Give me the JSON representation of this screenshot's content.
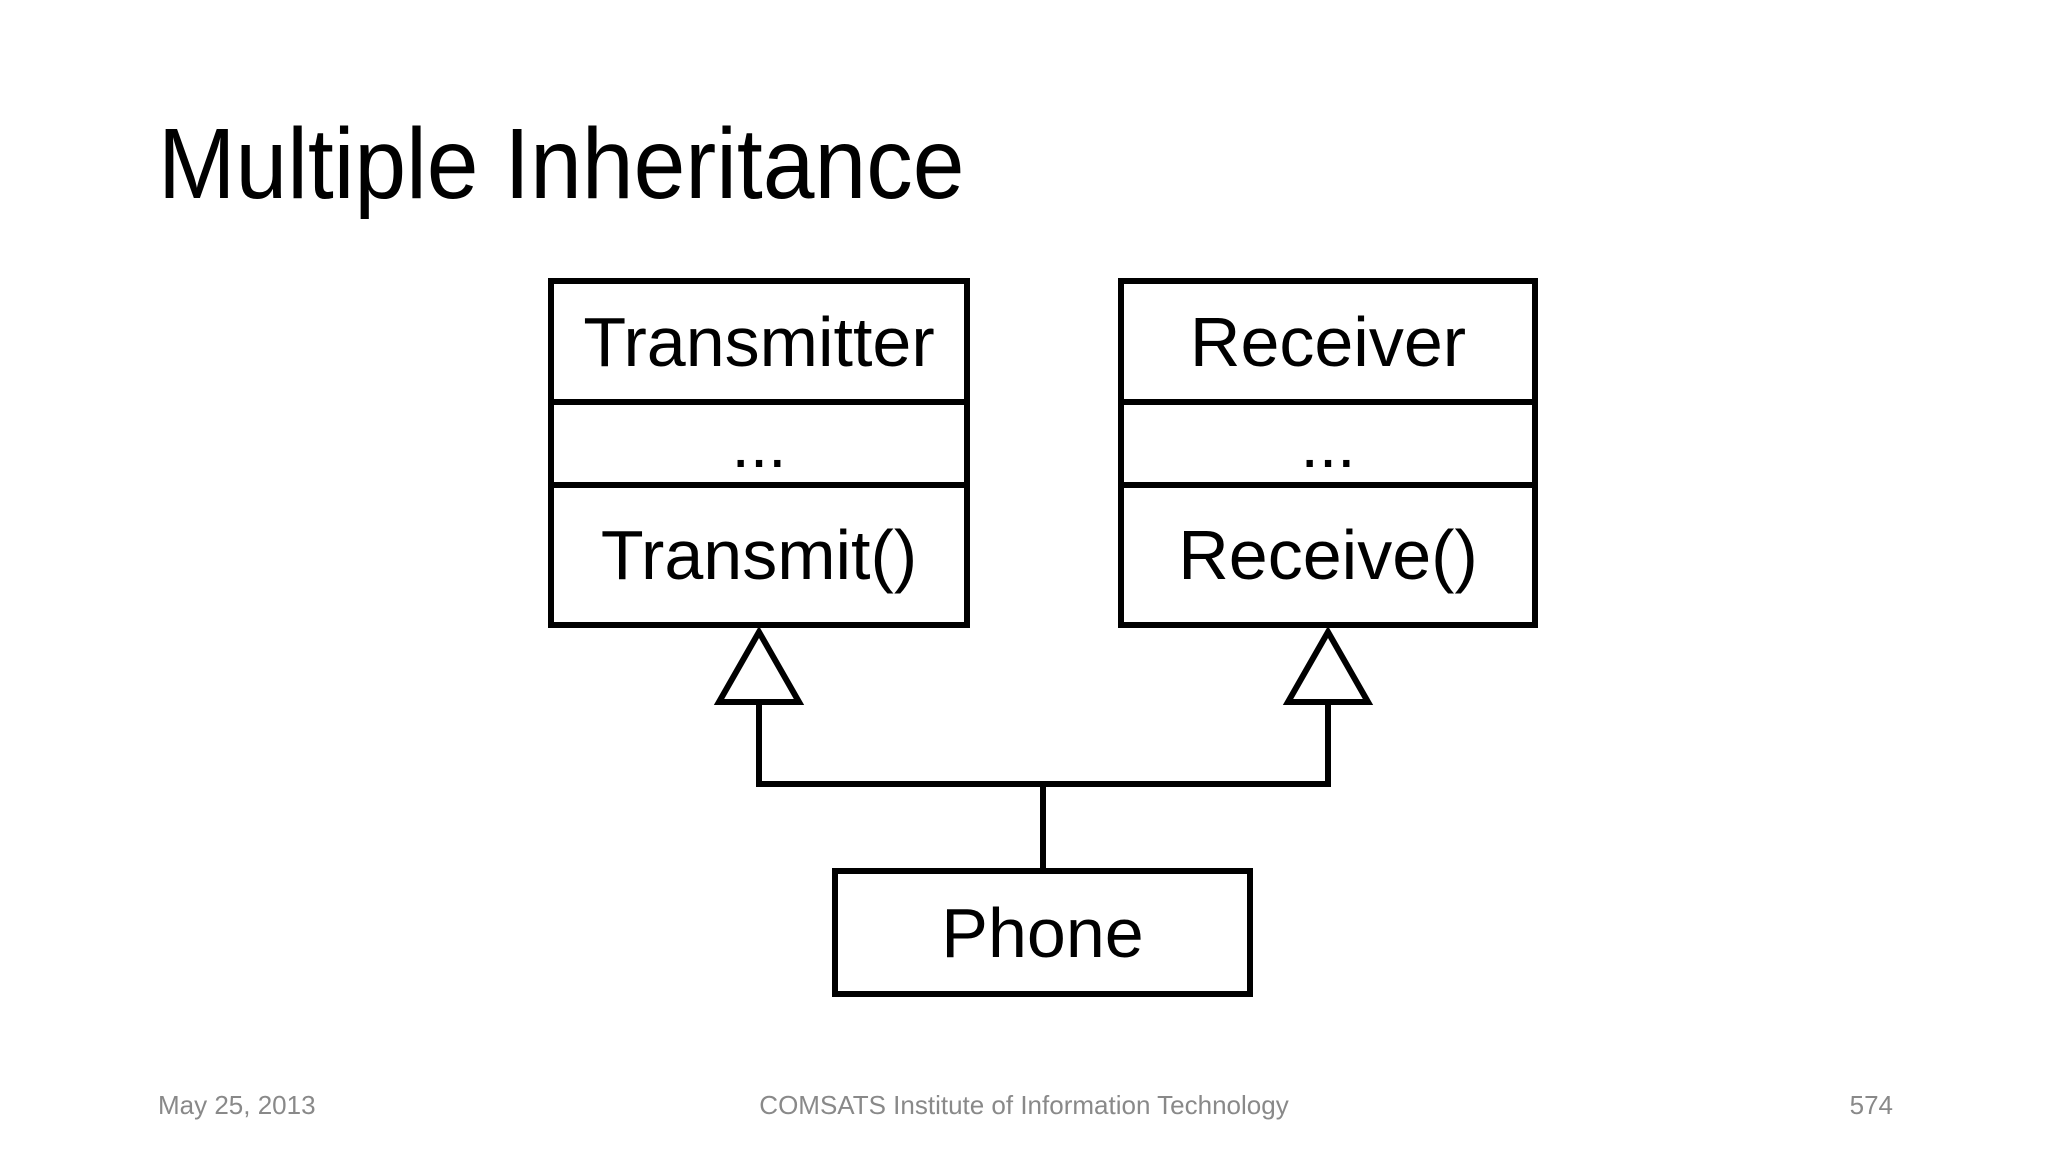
{
  "slide": {
    "title": "Multiple Inheritance"
  },
  "diagram": {
    "type": "uml-class-diagram",
    "relationship": "inheritance",
    "parents": [
      {
        "name": "Transmitter",
        "attributes": "...",
        "operations": "Transmit()"
      },
      {
        "name": "Receiver",
        "attributes": "...",
        "operations": "Receive()"
      }
    ],
    "child": {
      "name": "Phone"
    }
  },
  "footer": {
    "date": "May 25, 2013",
    "center": "COMSATS Institute of Information Technology",
    "page": "574"
  },
  "colors": {
    "background": "#ffffff",
    "ink": "#000000",
    "footer_gray": "#898989"
  }
}
